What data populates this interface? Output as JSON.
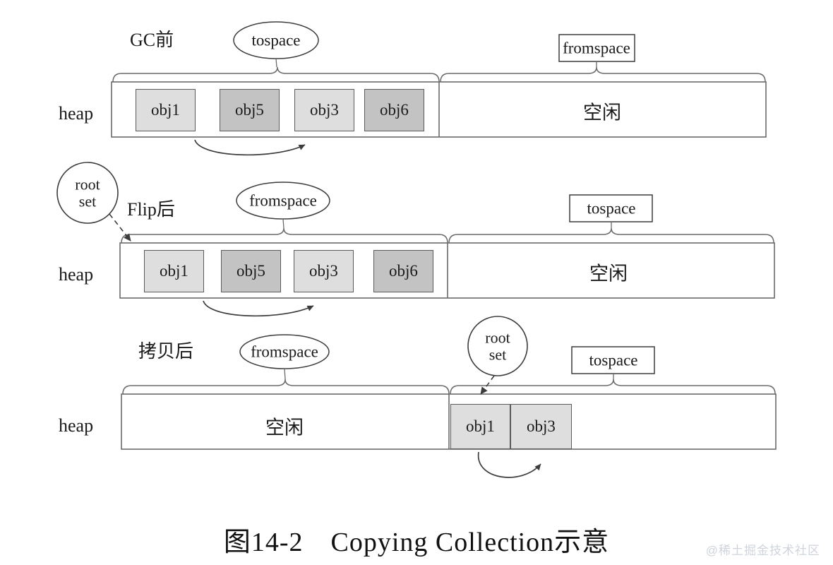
{
  "figure": {
    "caption": "图14-2　Copying Collection示意",
    "watermark": "@稀土掘金技术社区",
    "colors": {
      "object_light": "#dedede",
      "object_dark": "#c3c3c3",
      "stroke": "#5a5a5a",
      "text": "#1a1a1a",
      "watermark": "#cfd4dc"
    }
  },
  "rows": [
    {
      "id": "before-gc",
      "stage_label": "GC前",
      "heap_label": "heap",
      "left_region_label": "tospace",
      "left_region_shape": "oval",
      "right_region_label": "fromspace",
      "right_region_shape": "box",
      "free_label": "空闲",
      "objects": [
        {
          "label": "obj1",
          "shade": "light"
        },
        {
          "label": "obj5",
          "shade": "dark"
        },
        {
          "label": "obj3",
          "shade": "light"
        },
        {
          "label": "obj6",
          "shade": "dark"
        }
      ],
      "pointer_arrow": {
        "from": "obj1",
        "to": "obj3"
      },
      "root_set": null
    },
    {
      "id": "after-flip",
      "stage_label": "Flip后",
      "heap_label": "heap",
      "left_region_label": "fromspace",
      "left_region_shape": "oval",
      "right_region_label": "tospace",
      "right_region_shape": "box",
      "free_label": "空闲",
      "objects": [
        {
          "label": "obj1",
          "shade": "light"
        },
        {
          "label": "obj5",
          "shade": "dark"
        },
        {
          "label": "obj3",
          "shade": "light"
        },
        {
          "label": "obj6",
          "shade": "dark"
        }
      ],
      "pointer_arrow": {
        "from": "obj1",
        "to": "obj3"
      },
      "root_set": {
        "line1": "root",
        "line2": "set",
        "points_to": "heap-start"
      }
    },
    {
      "id": "after-copy",
      "stage_label": "拷贝后",
      "heap_label": "heap",
      "left_region_label": "fromspace",
      "left_region_shape": "oval",
      "right_region_label": "tospace",
      "right_region_shape": "box",
      "free_label": "空闲",
      "objects": [
        {
          "label": "obj1",
          "shade": "light"
        },
        {
          "label": "obj3",
          "shade": "light"
        }
      ],
      "pointer_arrow": {
        "from": "obj1",
        "to": "obj3"
      },
      "root_set": {
        "line1": "root",
        "line2": "set",
        "points_to": "obj1"
      }
    }
  ]
}
